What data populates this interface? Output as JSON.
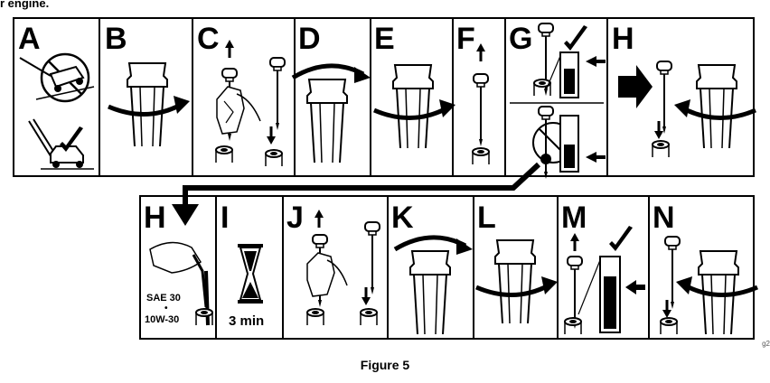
{
  "header": {
    "partial_text": "r engine."
  },
  "caption": "Figure 5",
  "figure_code": "g2",
  "panels": [
    {
      "letter": "A"
    },
    {
      "letter": "B"
    },
    {
      "letter": "C"
    },
    {
      "letter": "D"
    },
    {
      "letter": "E"
    },
    {
      "letter": "F"
    },
    {
      "letter": "G"
    },
    {
      "letter": "H"
    },
    {
      "letter": "H"
    },
    {
      "letter": "I"
    },
    {
      "letter": "J"
    },
    {
      "letter": "K"
    },
    {
      "letter": "L"
    },
    {
      "letter": "M"
    },
    {
      "letter": "N"
    }
  ],
  "labels": {
    "oil_type_1": "SAE 30",
    "oil_sep": "•",
    "oil_type_2": "10W-30",
    "wait_time": "3 min"
  },
  "icons": {
    "no_tilt": "prohibited-tilted-mower-icon",
    "ok_upright": "checkmark-upright-mower-icon",
    "hourglass": "hourglass-icon",
    "check": "checkmark-icon",
    "arrow_up": "arrow-up-icon",
    "arrow_down": "arrow-down-icon",
    "rotate": "rotate-arrow-icon"
  }
}
